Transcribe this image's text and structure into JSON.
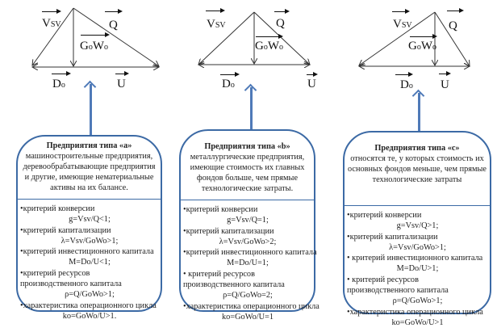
{
  "vectors": {
    "vsv": {
      "main": "V",
      "sub": "SV"
    },
    "q": {
      "main": "Q",
      "sub": ""
    },
    "gowo": {
      "main": "G",
      "sub1": "o",
      "main2": "W",
      "sub2": "o"
    },
    "do": {
      "main": "D",
      "sub": "o"
    },
    "u": {
      "main": "U",
      "sub": ""
    }
  },
  "colors": {
    "border": "#3c6aa5",
    "arrow": "#4f7ab8",
    "line": "#333333"
  },
  "boxes": [
    {
      "id": "a",
      "title": "Предприятия типа «а»",
      "description": "машиностроительные предприятия, деревообрабатывающие предприятия и другие, имеющие нематериальные активы на их балансе.",
      "criteria": [
        {
          "label": "•критерий конверсии",
          "formula": "g=Vsv/Q<1;"
        },
        {
          "label": "•критерий капитализации",
          "formula": "λ=Vsv/GoWo>1;"
        },
        {
          "label": "•критерий инвестиционного капитала",
          "formula": "M=Do/U<1;"
        },
        {
          "label": "•критерий ресурсов производственного капитала",
          "formula": "ρ=Q/GoWo>1;"
        },
        {
          "label": "•характеристика операционного цикла",
          "formula": "ko=GoWo/U>1."
        }
      ]
    },
    {
      "id": "b",
      "title": "Предприятия типа «b»",
      "description": "металлургические предприятия, имеющие стоимость их главных фондов больше, чем прямые технологические затраты.",
      "criteria": [
        {
          "label": "•критерий конверсии",
          "formula": "g=Vsv/Q=1;"
        },
        {
          "label": "•критерий капитализации",
          "formula": "λ=Vsv/GoWo>2;"
        },
        {
          "label": "•критерий инвестиционного капитала",
          "formula": "M=Do/U=1;"
        },
        {
          "label": "• критерий ресурсов производственного капитала",
          "formula": "ρ=Q/GoWo=2;"
        },
        {
          "label": "•характеристика операционного цикла",
          "formula": "ko=GoWo/U=1"
        }
      ]
    },
    {
      "id": "c",
      "title": "Предприятия типа «с»",
      "description": "относятся те, у которых стоимость их основных фондов меньше, чем прямые технологические затраты",
      "criteria": [
        {
          "label": "•критерий конверсии",
          "formula": "g=Vsv/Q>1;"
        },
        {
          "label": "•критерий капитализации",
          "formula": "λ=Vsv/GoWo>1;"
        },
        {
          "label": "• критерий инвестиционного капитала",
          "formula": "M=Do/U>1;"
        },
        {
          "label": "• критерий ресурсов производственного капитала",
          "formula": "ρ=Q/GoWo>1;"
        },
        {
          "label": "•характеристика операционного цикла",
          "formula": "ko=GoWo/U>1"
        }
      ]
    }
  ]
}
